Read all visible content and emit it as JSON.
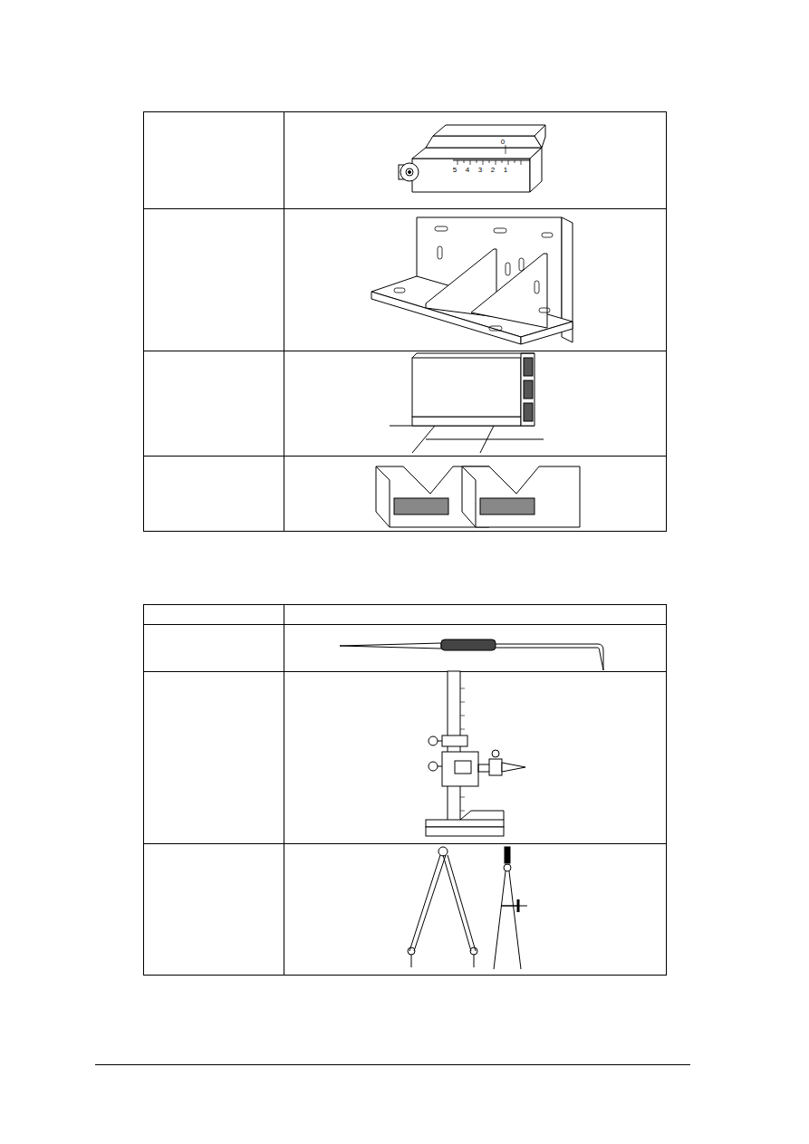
{
  "diagram": {
    "labels": [
      "0",
      "5",
      "4",
      "3",
      "2",
      "1"
    ]
  }
}
